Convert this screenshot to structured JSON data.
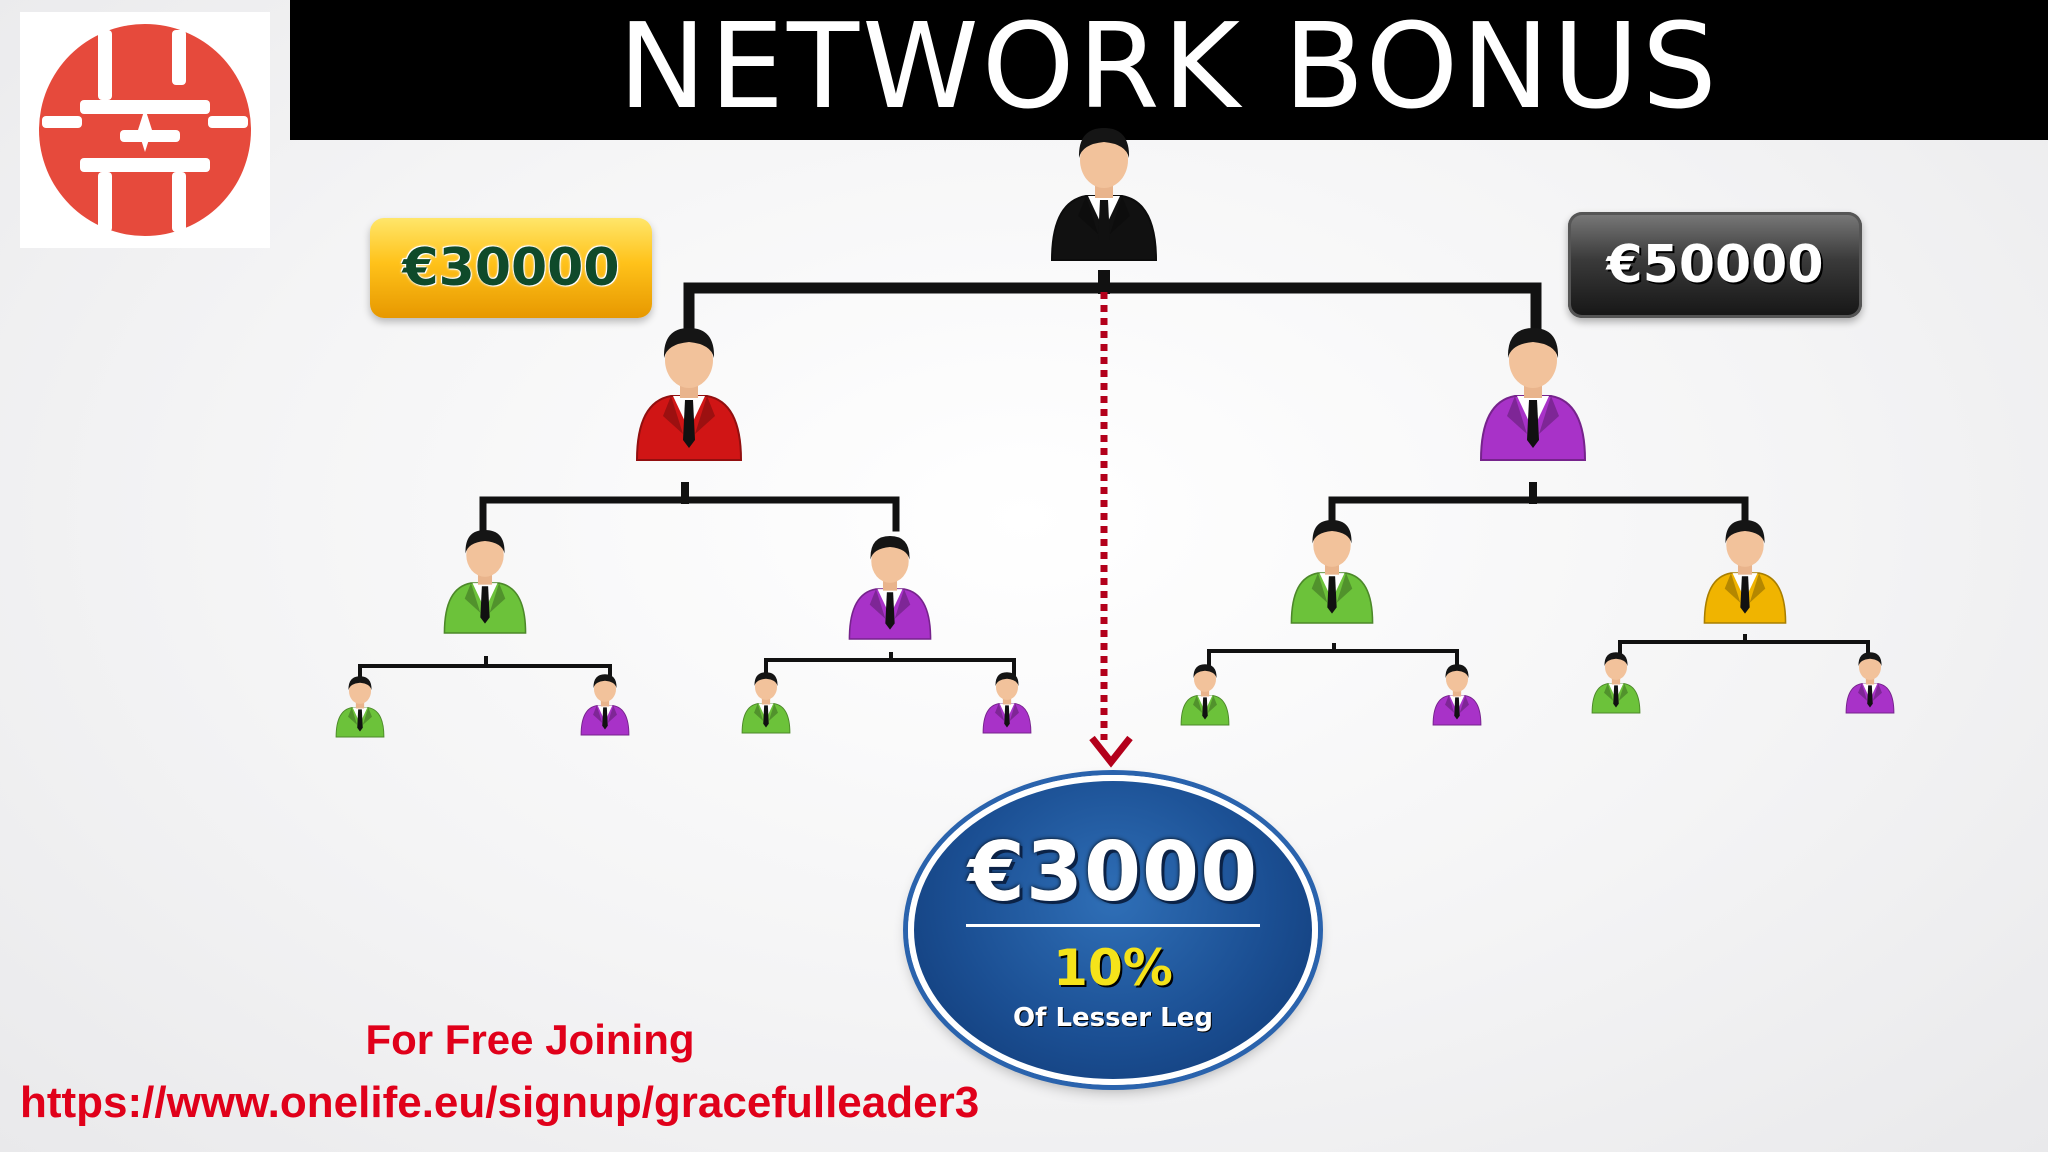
{
  "header": {
    "title": "NETWORK BONUS"
  },
  "logo": {
    "name": "onelife-logo",
    "color": "#e64a3c"
  },
  "badges": {
    "left_amount": "€30000",
    "right_amount": "€50000"
  },
  "bonus": {
    "amount": "€3000",
    "percent": "10%",
    "caption": "Of Lesser Leg"
  },
  "footer": {
    "line1": "For Free Joining",
    "line2": "https://www.onelife.eu/signup/gracefulleader3"
  },
  "colors": {
    "black": "#111111",
    "red": "#d01515",
    "purple": "#a832c8",
    "green": "#6cc23a",
    "yellow": "#f0b400",
    "accent_red": "#e0001a",
    "arrow_red": "#b3001b"
  },
  "people": [
    {
      "id": "top",
      "suit": "black"
    },
    {
      "id": "l1-left",
      "suit": "red"
    },
    {
      "id": "l1-right",
      "suit": "purple"
    },
    {
      "id": "l2-a",
      "suit": "green"
    },
    {
      "id": "l2-b",
      "suit": "purple"
    },
    {
      "id": "l2-c",
      "suit": "green"
    },
    {
      "id": "l2-d",
      "suit": "yellow"
    },
    {
      "id": "l3-1",
      "suit": "green"
    },
    {
      "id": "l3-2",
      "suit": "purple"
    },
    {
      "id": "l3-3",
      "suit": "green"
    },
    {
      "id": "l3-4",
      "suit": "purple"
    },
    {
      "id": "l3-5",
      "suit": "green"
    },
    {
      "id": "l3-6",
      "suit": "purple"
    },
    {
      "id": "l3-7",
      "suit": "green"
    },
    {
      "id": "l3-8",
      "suit": "purple"
    }
  ]
}
